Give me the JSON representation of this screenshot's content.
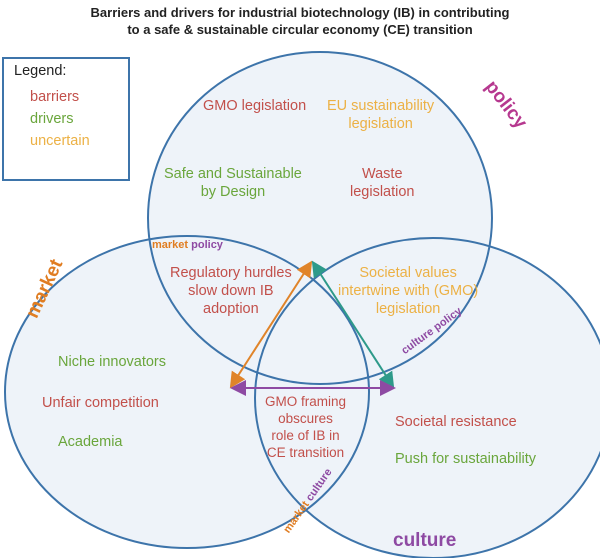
{
  "title": [
    "Barriers and drivers for industrial biotechnology (IB) in contributing",
    "to a safe & sustainable circular economy (CE) transition"
  ],
  "legend": {
    "title": "Legend:",
    "items": [
      {
        "label": "barriers",
        "color": "#c2504b"
      },
      {
        "label": "drivers",
        "color": "#6aa63c"
      },
      {
        "label": "uncertain",
        "color": "#ecb145"
      }
    ]
  },
  "circles": {
    "policy": "policy",
    "market": "market",
    "culture": "culture"
  },
  "overlaps": {
    "market_policy": [
      "market",
      "policy"
    ],
    "culture_policy": [
      "culture",
      "policy"
    ],
    "market_culture": [
      "market",
      "culture"
    ]
  },
  "policy_items": [
    "GMO legislation",
    "EU sustainability",
    "legislation",
    "Safe and Sustainable",
    "by Design",
    "Waste",
    "legislation"
  ],
  "market_items": [
    "Niche innovators",
    "Unfair competition",
    "Academia"
  ],
  "culture_items": [
    "Societal resistance",
    "Push for sustainability"
  ],
  "market_policy_items": [
    "Regulatory hurdles",
    "slow down IB",
    "adoption"
  ],
  "culture_policy_items": [
    "Societal values",
    "intertwine with (GMO)",
    "legislation"
  ],
  "center_items": [
    "GMO framing",
    "obscures",
    "role of IB in",
    "CE transition"
  ],
  "colors": {
    "barrier": "#c2504b",
    "driver": "#6aa63c",
    "uncertain": "#ecb145",
    "circle_stroke": "#3d74aa",
    "circle_fill": "#eef3f9",
    "arrow_market_policy": "#e0842a",
    "arrow_culture_policy": "#2e9a8a",
    "arrow_market_culture": "#8e4aa3"
  }
}
